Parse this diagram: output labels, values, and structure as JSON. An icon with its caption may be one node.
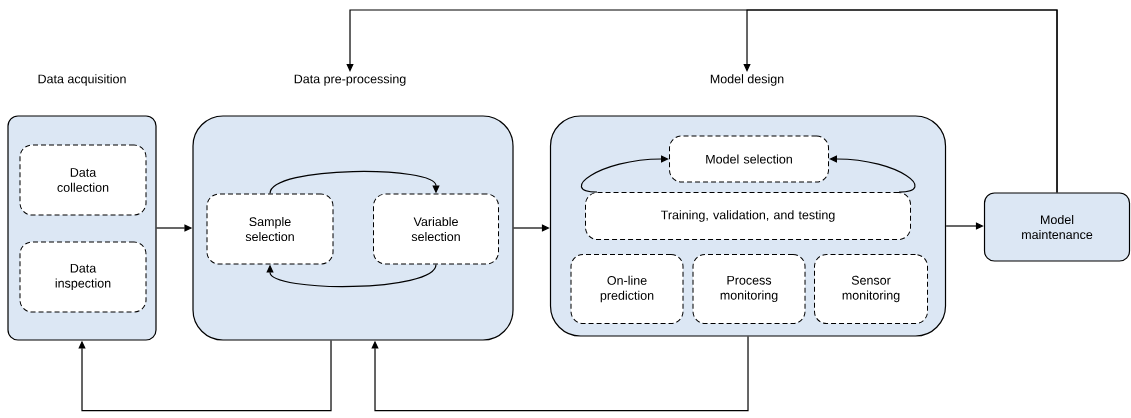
{
  "diagram": {
    "nodes": [
      {
        "text": [
          "Data acquisition"
        ]
      },
      {
        "text": [
          "Data collection"
        ],
        "in": 0
      },
      {
        "text": [
          "Data inspection"
        ],
        "in": 0
      },
      {
        "text": [
          "Data pre-processing"
        ]
      },
      {
        "text": [
          "Sample selection"
        ],
        "in": 3
      },
      {
        "text": [
          "Variable selection"
        ],
        "in": 3
      },
      {
        "text": [
          "Model design"
        ]
      },
      {
        "text": [
          "Model selection"
        ],
        "in": 6
      },
      {
        "text": [
          "Training, validation, and testing"
        ],
        "in": 6
      },
      {
        "text": [
          "On-line prediction"
        ],
        "in": 6
      },
      {
        "text": [
          "Process monitoring"
        ],
        "in": 6
      },
      {
        "text": [
          "Sensor monitoring"
        ],
        "in": 6
      },
      {
        "text": [
          "Model maintenance"
        ]
      }
    ],
    "edges": [
      {
        "from": 0,
        "to": 3,
        "arrow": "to"
      },
      {
        "from": 4,
        "to": 5,
        "arrow": "to"
      },
      {
        "from": 5,
        "to": 4,
        "arrow": "to"
      },
      {
        "from": 3,
        "to": 6,
        "arrow": "to"
      },
      {
        "from": 8,
        "to": 7,
        "arrow": "to"
      },
      {
        "from": 8,
        "to": 7,
        "arrow": "to"
      },
      {
        "from": 6,
        "to": 12,
        "arrow": "to"
      },
      {
        "from": 12,
        "to": 3,
        "arrow": "to"
      },
      {
        "from": 12,
        "to": 6,
        "arrow": "to"
      },
      {
        "from": 3,
        "to": 0,
        "arrow": "to"
      },
      {
        "from": 6,
        "to": 3,
        "arrow": "to"
      }
    ]
  }
}
